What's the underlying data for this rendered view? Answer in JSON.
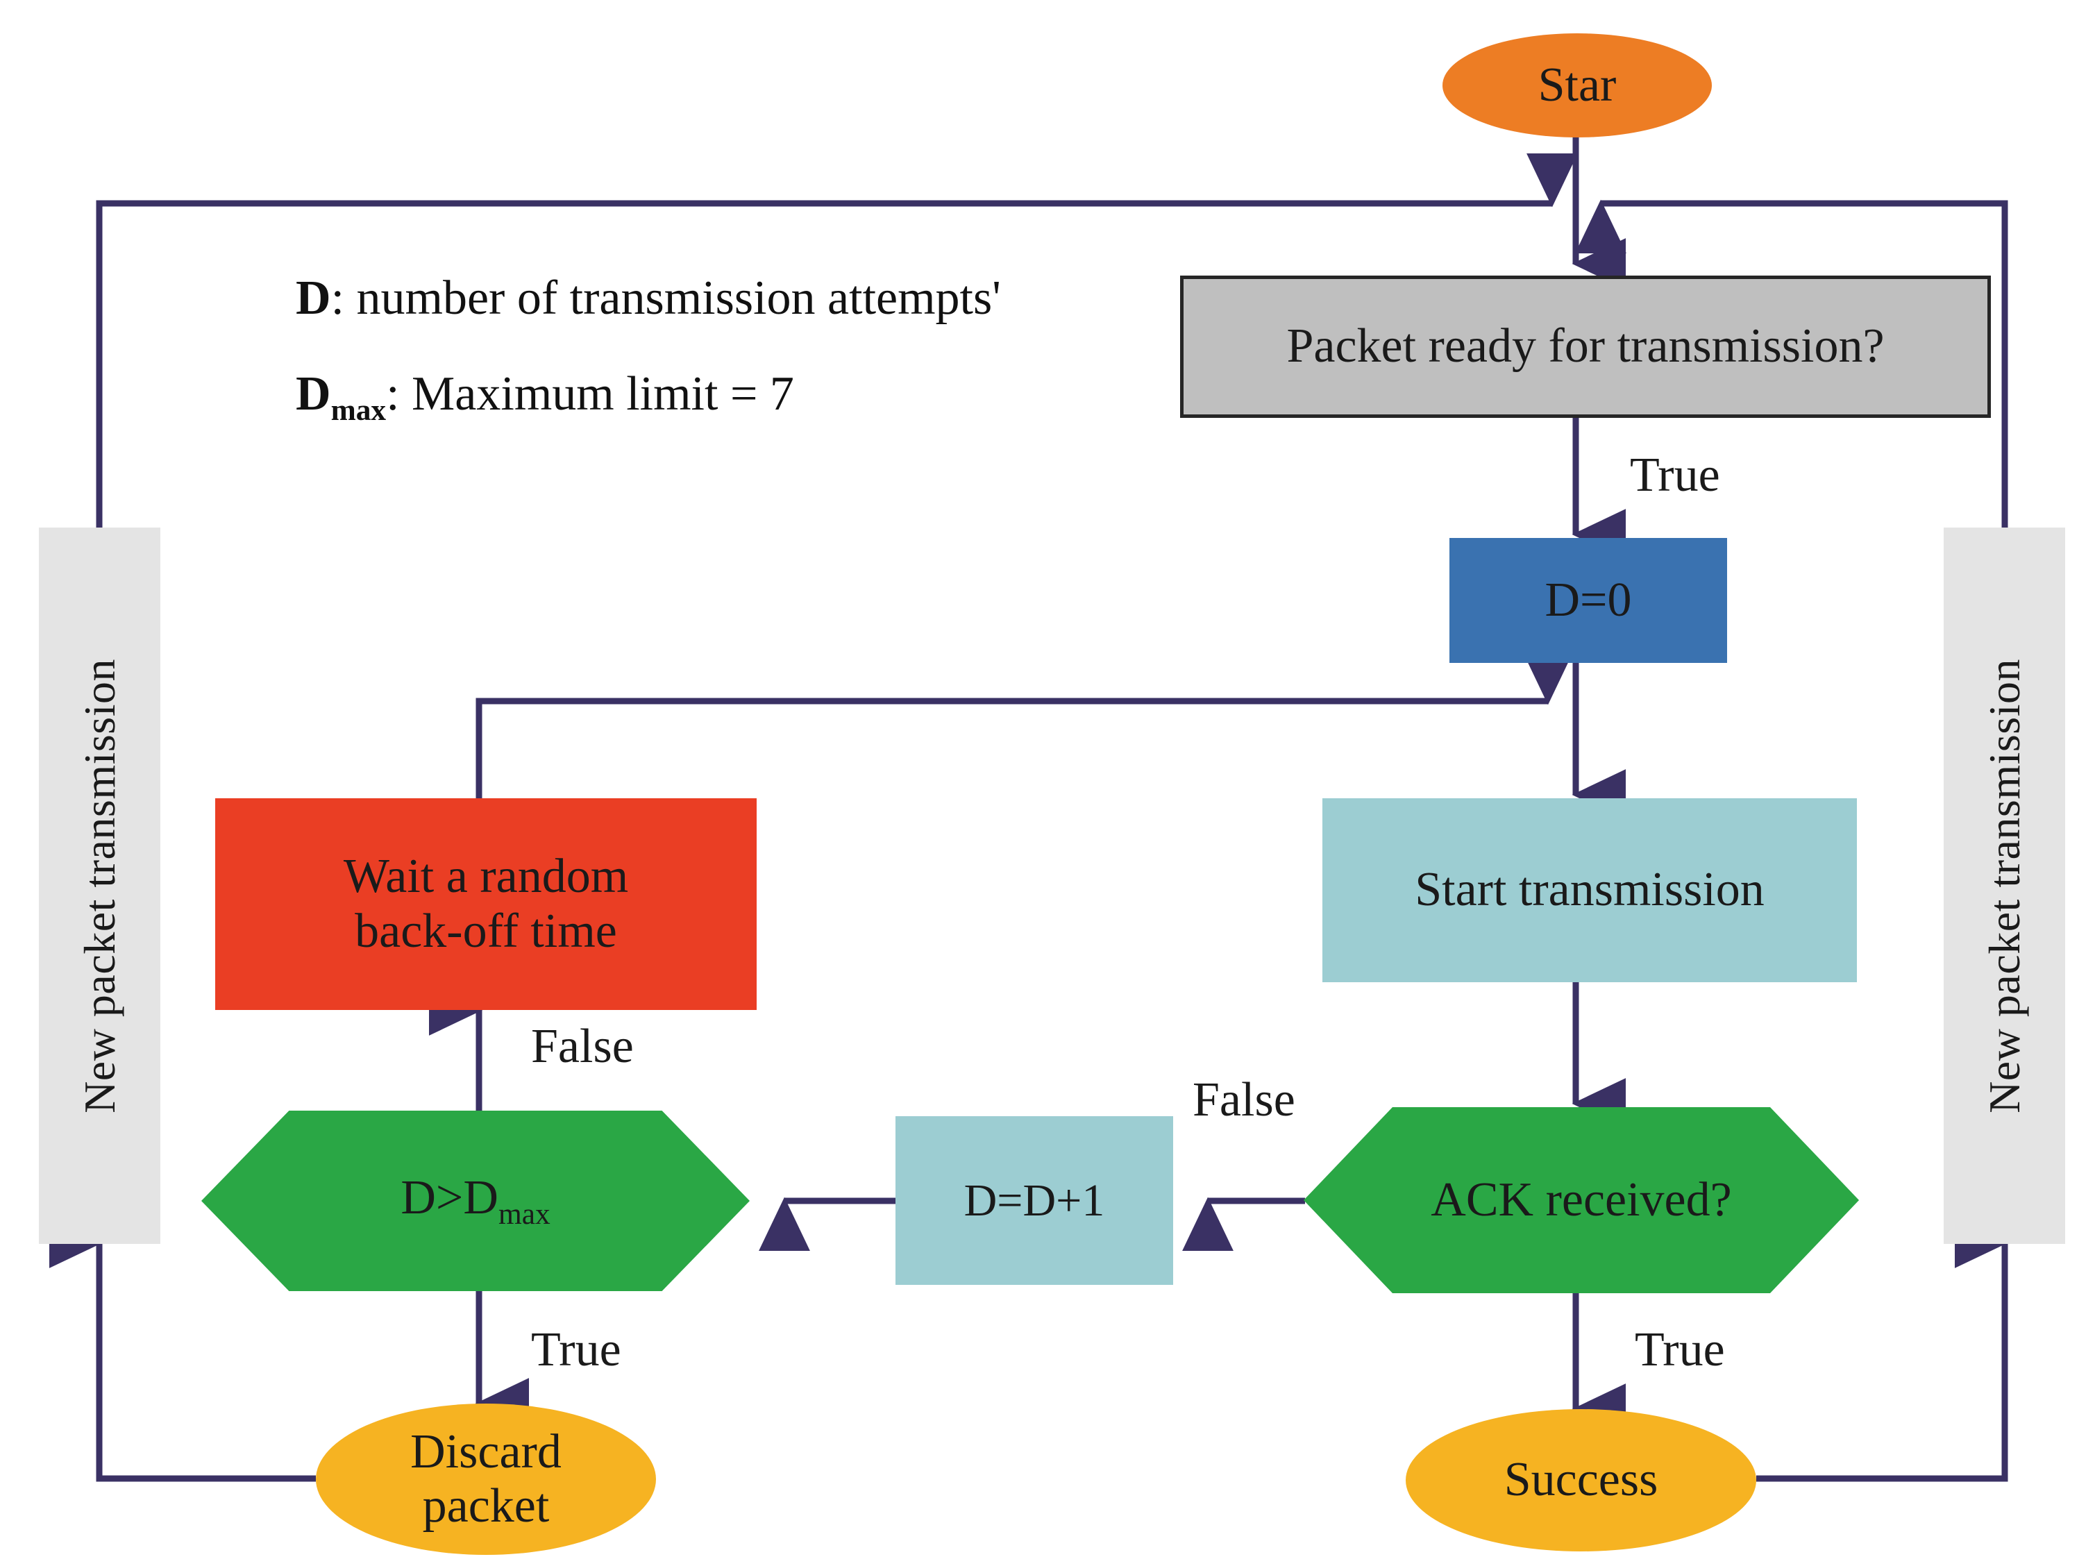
{
  "diagram": {
    "title": "Packet transmission retry flowchart",
    "colors": {
      "start_fill": "#ED7D24",
      "end_fill": "#F6B322",
      "decision_fill": "#2AA745",
      "process_blue": "#3A72B0",
      "process_teal": "#9CCDD2",
      "process_red": "#EA3E24",
      "process_gray": "#BFBFBF",
      "sidebar_fill": "#E4E4E4",
      "edge_stroke": "#3A3164",
      "text": "#1a1a1a"
    }
  },
  "legend": {
    "line1_symbol": "D",
    "line1_text": ": number of transmission attempts'",
    "line2_symbol": "D",
    "line2_sub": "max",
    "line2_text": ": Maximum limit = 7"
  },
  "nodes": {
    "start": {
      "label": "Star",
      "shape": "ellipse"
    },
    "packet_ready": {
      "label": "Packet ready for transmission?",
      "shape": "rectangle"
    },
    "d_zero": {
      "label": "D=0",
      "shape": "rectangle"
    },
    "start_transmission": {
      "label": "Start transmission",
      "shape": "rectangle"
    },
    "ack_received": {
      "label": "ACK received?",
      "shape": "hexagon"
    },
    "d_increment": {
      "label": "D=D+1",
      "shape": "rectangle"
    },
    "d_gt_dmax": {
      "label_prefix": "D>D",
      "label_sub": "max",
      "shape": "hexagon"
    },
    "backoff": {
      "line1": "Wait a random",
      "line2": "back-off time",
      "shape": "rectangle"
    },
    "discard": {
      "line1": "Discard",
      "line2": "packet",
      "shape": "ellipse"
    },
    "success": {
      "label": "Success",
      "shape": "ellipse"
    },
    "sidebar_left": {
      "label": "New packet transmission"
    },
    "sidebar_right": {
      "label": "New packet transmission"
    }
  },
  "edge_labels": {
    "packet_ready_true": "True",
    "ack_false": "False",
    "ack_true": "True",
    "dmax_false": "False",
    "dmax_true": "True"
  }
}
